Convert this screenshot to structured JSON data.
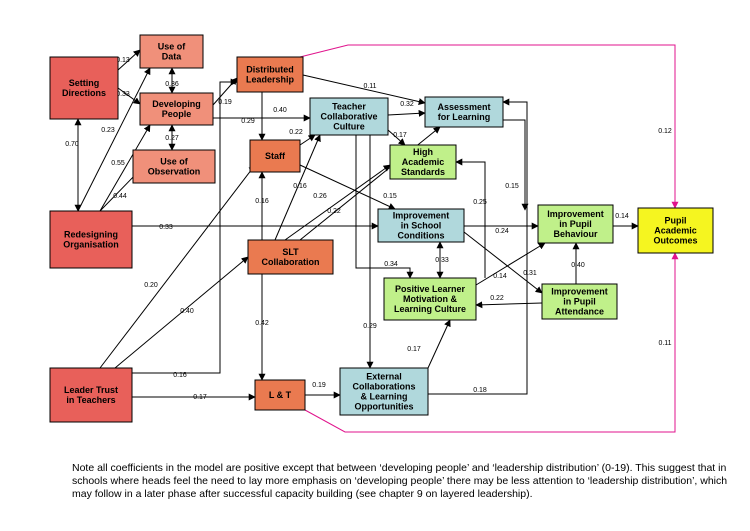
{
  "nodes": {
    "setting": {
      "lines": [
        "Setting",
        "Directions"
      ]
    },
    "redesign": {
      "lines": [
        "Redesigning",
        "Organisation"
      ]
    },
    "trust": {
      "lines": [
        "Leader Trust",
        "in Teachers"
      ]
    },
    "usedata": {
      "lines": [
        "Use of",
        "Data"
      ]
    },
    "devpeople": {
      "lines": [
        "Developing",
        "People"
      ]
    },
    "useobs": {
      "lines": [
        "Use of",
        "Observation"
      ]
    },
    "distlead": {
      "lines": [
        "Distributed",
        "Leadership"
      ]
    },
    "staff": {
      "lines": [
        "Staff"
      ]
    },
    "slt": {
      "lines": [
        "SLT",
        "Collaboration"
      ]
    },
    "lt": {
      "lines": [
        "L & T"
      ]
    },
    "tcc": {
      "lines": [
        "Teacher",
        "Collaborative",
        "Culture"
      ]
    },
    "afl": {
      "lines": [
        "Assessment",
        "for Learning"
      ]
    },
    "has": {
      "lines": [
        "High",
        "Academic",
        "Standards"
      ]
    },
    "isc": {
      "lines": [
        "Improvement",
        "in School",
        "Conditions"
      ]
    },
    "plm": {
      "lines": [
        "Positive Learner",
        "Motivation &",
        "Learning Culture"
      ]
    },
    "ecl": {
      "lines": [
        "External",
        "Collaborations",
        "& Learning",
        "Opportunities"
      ]
    },
    "ipb": {
      "lines": [
        "Improvement",
        "in Pupil",
        "Behaviour"
      ]
    },
    "ipa": {
      "lines": [
        "Improvement",
        "in Pupil",
        "Attendance"
      ]
    },
    "pao": {
      "lines": [
        "Pupil",
        "Academic",
        "Outcomes"
      ]
    }
  },
  "coefficients": {
    "sd_ud": "0.13",
    "sd_dp": "0.33",
    "rd_sd": "0.70",
    "rd_ud": "0.23",
    "rd_uo": "0.55",
    "rd_dp": "0.44",
    "dp_ud": "0.36",
    "dp_uo": "0.27",
    "dp_dl": "0.19",
    "dp_tcc": "0.40",
    "dl_afl": "0.11",
    "dl_staff": "0.29",
    "staff_tcc": "0.22",
    "tcc_afl": "0.32",
    "tcc_has": "0.17",
    "rd_isc": "0.33",
    "staff_isc": "0.15",
    "slt_staff": "0.16",
    "slt_tcc": "0.16",
    "slt_has": "0.26",
    "slt_afl": "0.22",
    "slt_lt": "0.42",
    "isc_plm": "0.33",
    "tcc_plm": "0.34",
    "tcc_ecl": "0.29",
    "ecl_plm": "0.17",
    "afl_ipb": "0.15",
    "plm_has": "0.25",
    "isc_ipb": "0.24",
    "isc_ipa": "0.31",
    "plm_ipb": "0.14",
    "ipa_plm": "0.22",
    "ipa_ipb": "0.40",
    "ipb_pao": "0.14",
    "tr_staff": "0.20",
    "tr_slt": "0.40",
    "tr_lt": "0.17",
    "tr_distlead": "0.16",
    "lt_ecl": "0.19",
    "ecl_afl": "0.18",
    "dl_pao": "0.12",
    "lt_pao": "0.11"
  },
  "colors": {
    "red": "#e8605a",
    "salmon": "#f0907a",
    "orange": "#ea7a50",
    "blue": "#b0d8dc",
    "green": "#c0f08a",
    "yellow": "#f5f520",
    "pink": "#e0138c"
  },
  "note": "Note all coefficients in the model are positive except that between ‘developing people’ and ‘leadership distribution’ (0-19). This suggest that in schools where heads feel the need to lay more emphasis on ‘developing people’ there may be less attention to ‘leadership distribution’, which may follow in a later phase after successful capacity building (see chapter 9 on layered leadership)."
}
